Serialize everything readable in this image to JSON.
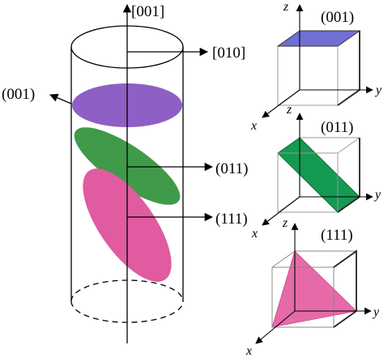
{
  "cylinder": {
    "axis_label": "[001]",
    "arrow_label": "[010]",
    "plane_labels": {
      "p001": "(001)",
      "p011": "(011)",
      "p111": "(111)"
    }
  },
  "cubes": [
    {
      "title": "(001)",
      "axes": {
        "x": "x",
        "y": "y",
        "z": "z"
      }
    },
    {
      "title": "(011)",
      "axes": {
        "x": "x",
        "y": "y",
        "z": "z"
      }
    },
    {
      "title": "(111)",
      "axes": {
        "x": "x",
        "y": "y",
        "z": "z"
      }
    }
  ],
  "colors": {
    "plane_001": "#8e5fc4",
    "plane_011": "#3f9a4a",
    "plane_111": "#e05ba0",
    "cube_001_face": "#6f6fd6",
    "cube_011_face": "#149a52",
    "cube_111_face": "#e66aa8"
  }
}
